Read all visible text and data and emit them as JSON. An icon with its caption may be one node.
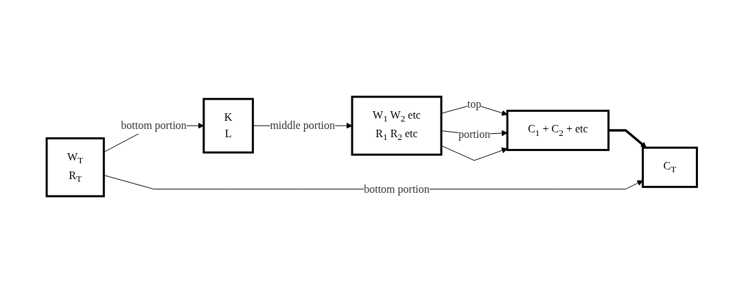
{
  "diagram": {
    "nodes": [
      {
        "text": [
          "W$_{T}$",
          "R$_{T}$"
        ]
      },
      {
        "text": [
          "K",
          "L"
        ]
      },
      {
        "text": [
          "W$_{1}$ W$_{2}$ etc",
          "R$_{1}$ R$_{2}$ etc"
        ]
      },
      {
        "text": [
          "C$_{1}$ + C$_{2}$ + etc"
        ]
      },
      {
        "text": [
          "C$_{T}$"
        ]
      }
    ],
    "edges": [
      {
        "from": 0,
        "to": 1,
        "arrow": "to",
        "label": "bottom portion"
      },
      {
        "from": 1,
        "to": 2,
        "arrow": "to",
        "label": "middle portion"
      },
      {
        "from": 2,
        "to": 3,
        "arrow": "to",
        "label": "top"
      },
      {
        "from": 2,
        "to": 3,
        "arrow": "to",
        "label": "portion"
      },
      {
        "from": 2,
        "to": 3,
        "arrow": "to"
      },
      {
        "from": 3,
        "to": 4,
        "arrow": "to",
        "style": "thick"
      },
      {
        "from": 0,
        "to": 4,
        "arrow": "to",
        "label": "bottom portion"
      }
    ]
  }
}
